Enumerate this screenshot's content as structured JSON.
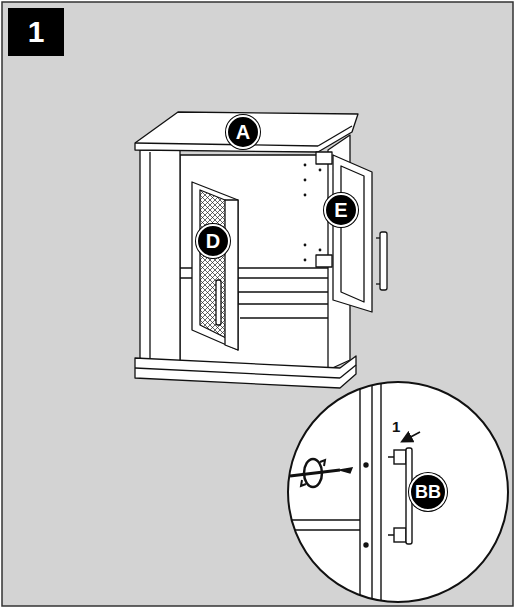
{
  "diagram": {
    "nodes": [
      {
        "text": [
          "1"
        ]
      },
      {
        "text": [
          "A"
        ]
      },
      {
        "text": [
          "D"
        ]
      },
      {
        "text": [
          "E"
        ]
      },
      {
        "text": [
          "BB"
        ]
      }
    ],
    "labels": [
      "1"
    ]
  }
}
